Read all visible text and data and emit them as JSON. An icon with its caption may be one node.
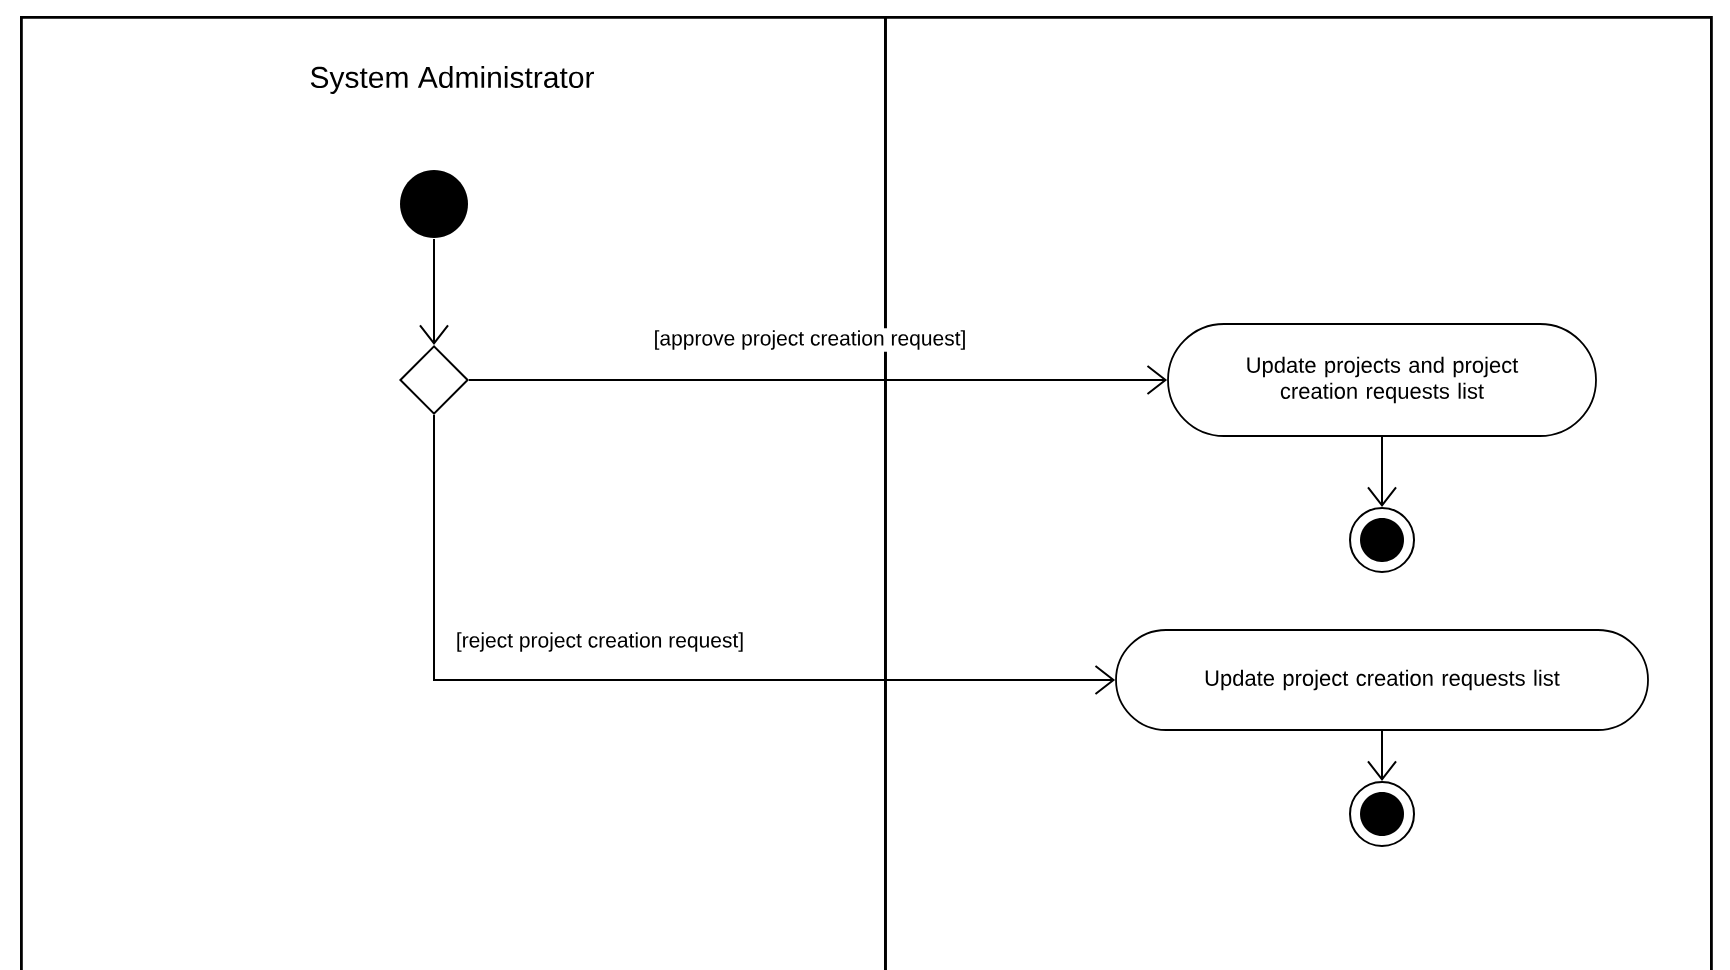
{
  "diagram": {
    "nodes": [
      {
        "text": [
          "System Administrator"
        ]
      },
      {
        "text": [],
        "shape": "box"
      },
      {
        "text": [],
        "shape": "circle",
        "in": 0
      },
      {
        "text": [],
        "shape": "diamond",
        "in": 0
      },
      {
        "text": [
          "Update projects and project creation requests list"
        ],
        "in": 1
      },
      {
        "text": [],
        "shape": "circle",
        "in": 1
      },
      {
        "text": [
          "Update project creation requests list"
        ],
        "in": 1
      },
      {
        "text": [],
        "shape": "circle",
        "in": 1
      }
    ],
    "edges": [
      {
        "from": 2,
        "to": 3,
        "arrow": "to"
      },
      {
        "from": 3,
        "to": 4,
        "arrow": "to",
        "label": "[approve project creation request]"
      },
      {
        "from": 3,
        "to": 6,
        "arrow": "to",
        "label": "[reject project creation request]"
      },
      {
        "from": 4,
        "to": 5,
        "arrow": "to"
      },
      {
        "from": 6,
        "to": 7,
        "arrow": "to"
      }
    ]
  }
}
